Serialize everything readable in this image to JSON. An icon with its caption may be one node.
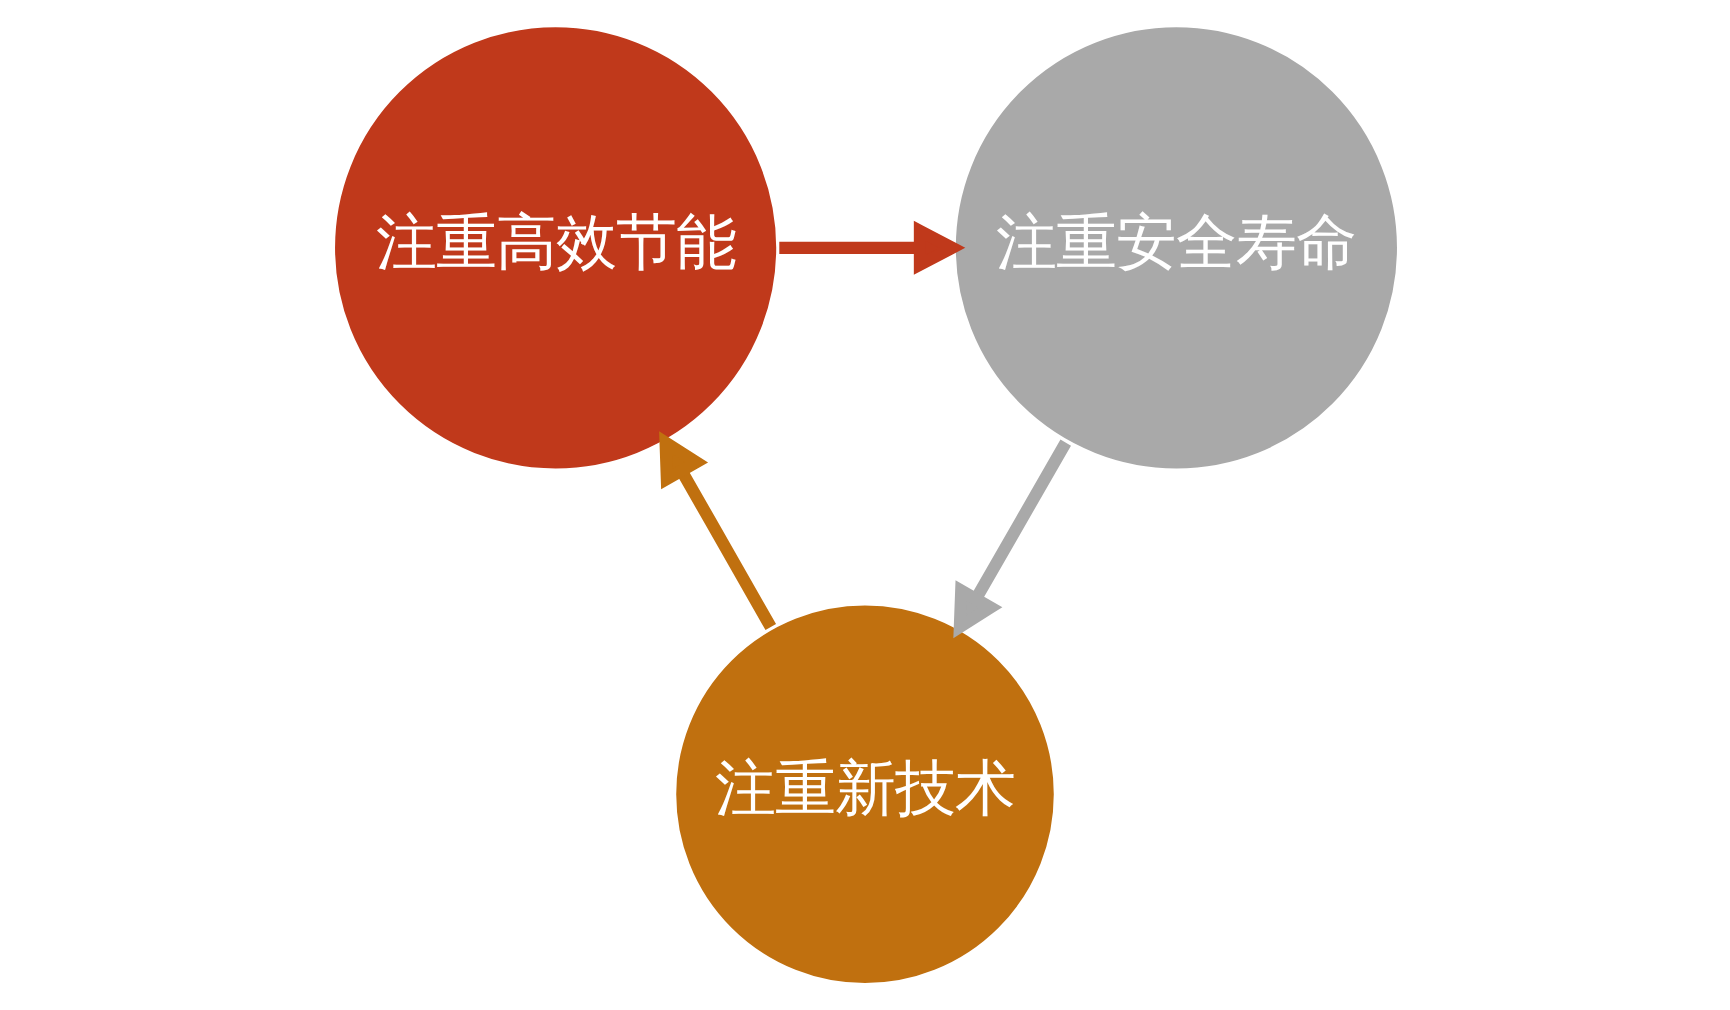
{
  "diagram": {
    "nodes": [
      {
        "text": [
          "注重高效节能"
        ]
      },
      {
        "text": [
          "注重安全寿命"
        ]
      },
      {
        "text": [
          "注重新技术"
        ]
      }
    ],
    "edges": [
      {
        "from": 0,
        "to": 1,
        "arrow": "to",
        "color": "#c0391b"
      },
      {
        "from": 1,
        "to": 2,
        "arrow": "to",
        "color": "#a9a9a9"
      },
      {
        "from": 2,
        "to": 0,
        "arrow": "to",
        "color": "#c0700f"
      }
    ]
  }
}
